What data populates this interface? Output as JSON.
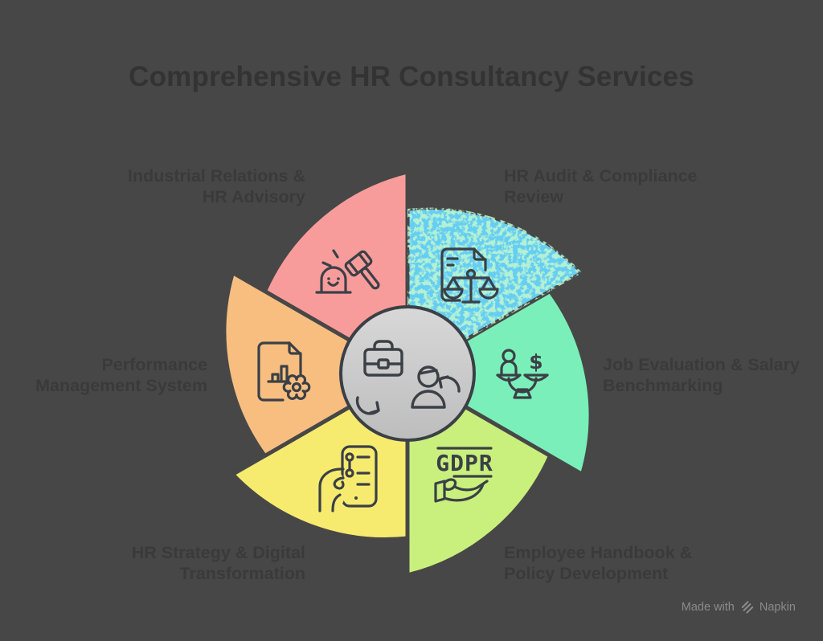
{
  "title": "Comprehensive HR Consultancy Services",
  "watermark": {
    "made_with": "Made with",
    "brand": "Napkin"
  },
  "colors": {
    "background": "#474747",
    "outline": "#3B4046",
    "title_text": "#333333",
    "label_text": "#3A3A3A",
    "center_fill_top": "#D8D8D8",
    "center_fill_bottom": "#BDBDBD",
    "watermark_text": "#8A8A8A",
    "blue_texture_speckle": "#84ECA0"
  },
  "center": {
    "icon": "briefcase-person-cycle"
  },
  "segments": [
    {
      "id": "industrial-relations",
      "lines": [
        "Industrial Relations &",
        "HR Advisory"
      ],
      "color": "#F89C9B",
      "icon": "gavel-smiley"
    },
    {
      "id": "hr-audit",
      "lines": [
        "HR Audit & Compliance",
        "Review"
      ],
      "color": "#66CDF3",
      "icon": "document-scales"
    },
    {
      "id": "job-evaluation",
      "lines": [
        "Job Evaluation & Salary",
        "Benchmarking"
      ],
      "color": "#7BEFB9",
      "icon": "person-dollar-balance",
      "icon_text": "$"
    },
    {
      "id": "employee-handbook",
      "lines": [
        "Employee Handbook &",
        "Policy Development"
      ],
      "color": "#C9EF7D",
      "icon": "gdpr-hand",
      "icon_text": "GDPR"
    },
    {
      "id": "hr-strategy",
      "lines": [
        "HR Strategy & Digital",
        "Transformation"
      ],
      "color": "#F7EB6F",
      "icon": "phone-checklist-hand"
    },
    {
      "id": "performance",
      "lines": [
        "Performance",
        "Management System"
      ],
      "color": "#F8BE80",
      "icon": "document-chart-gear"
    }
  ]
}
